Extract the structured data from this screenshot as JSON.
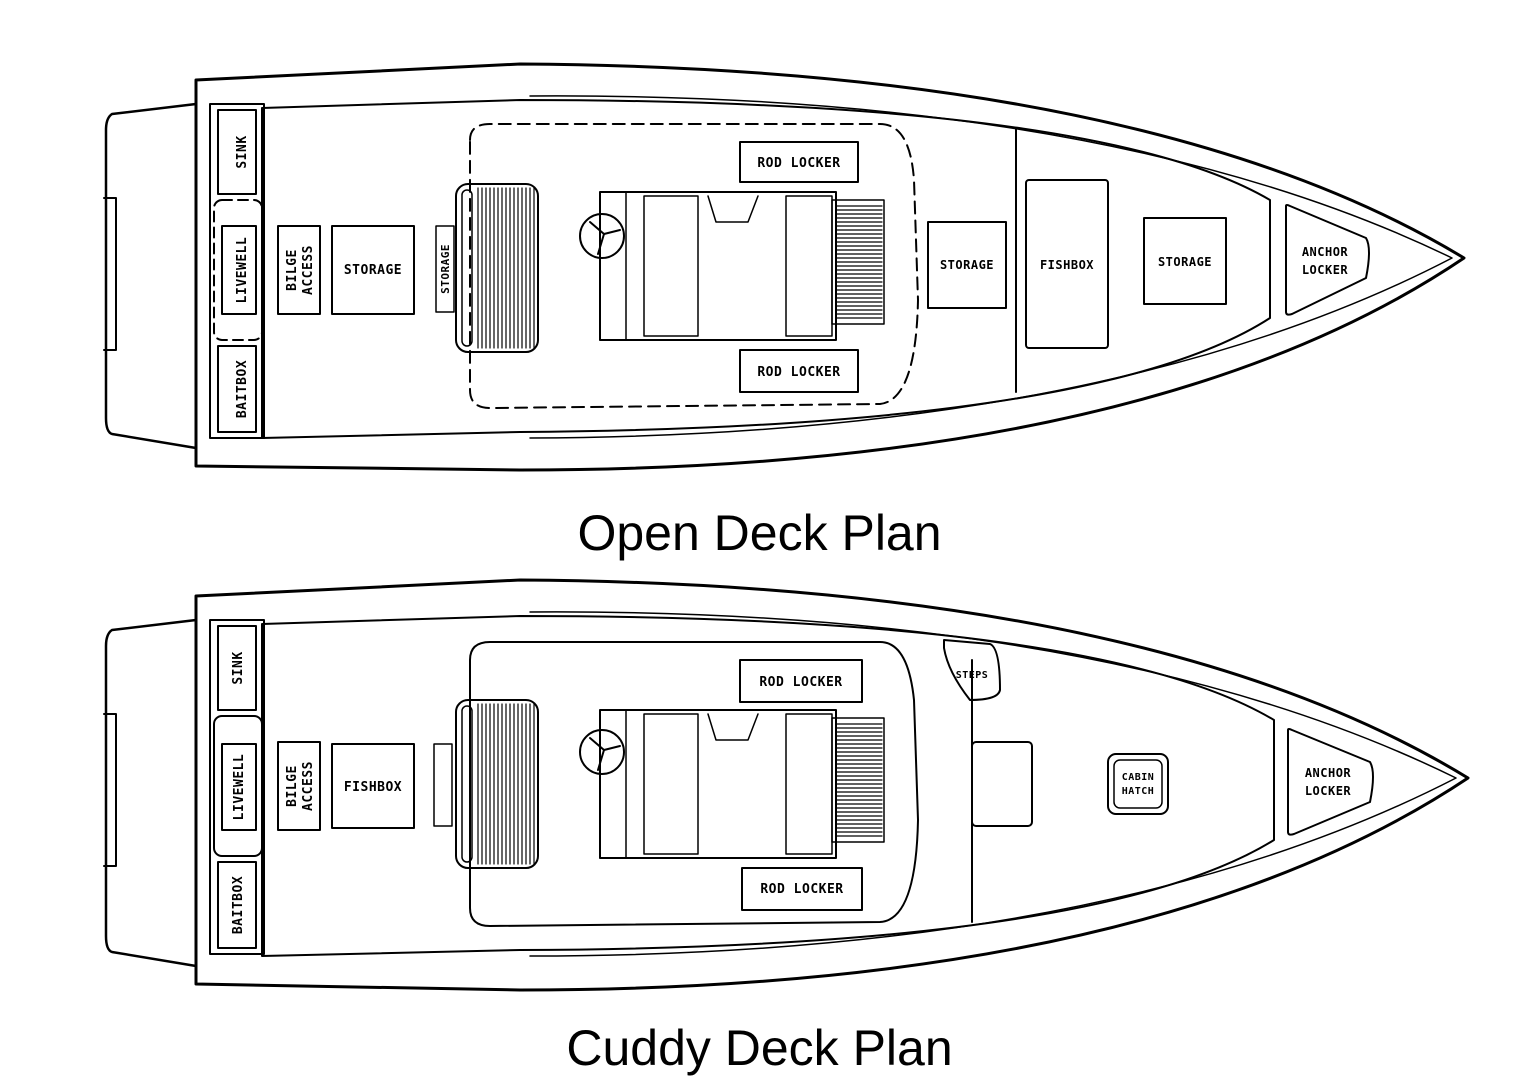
{
  "colors": {
    "line": "#000000",
    "background": "#ffffff"
  },
  "open_plan": {
    "caption": "Open Deck Plan",
    "labels": {
      "sink": "SINK",
      "livewell": "LIVEWELL",
      "baitbox": "BAITBOX",
      "bilge_1": "BILGE",
      "bilge_2": "ACCESS",
      "storage_aft": "STORAGE",
      "storage_seat": "STORAGE",
      "rod_locker_top": "ROD LOCKER",
      "rod_locker_bottom": "ROD LOCKER",
      "storage_mid": "STORAGE",
      "fishbox": "FISHBOX",
      "storage_fwd": "STORAGE",
      "anchor_1": "ANCHOR",
      "anchor_2": "LOCKER"
    }
  },
  "cuddy_plan": {
    "caption": "Cuddy Deck Plan",
    "labels": {
      "sink": "SINK",
      "livewell": "LIVEWELL",
      "baitbox": "BAITBOX",
      "bilge_1": "BILGE",
      "bilge_2": "ACCESS",
      "fishbox": "FISHBOX",
      "rod_locker_top": "ROD LOCKER",
      "rod_locker_bottom": "ROD LOCKER",
      "steps": "STEPS",
      "cabin_1": "CABIN",
      "cabin_2": "HATCH",
      "anchor_1": "ANCHOR",
      "anchor_2": "LOCKER"
    }
  }
}
